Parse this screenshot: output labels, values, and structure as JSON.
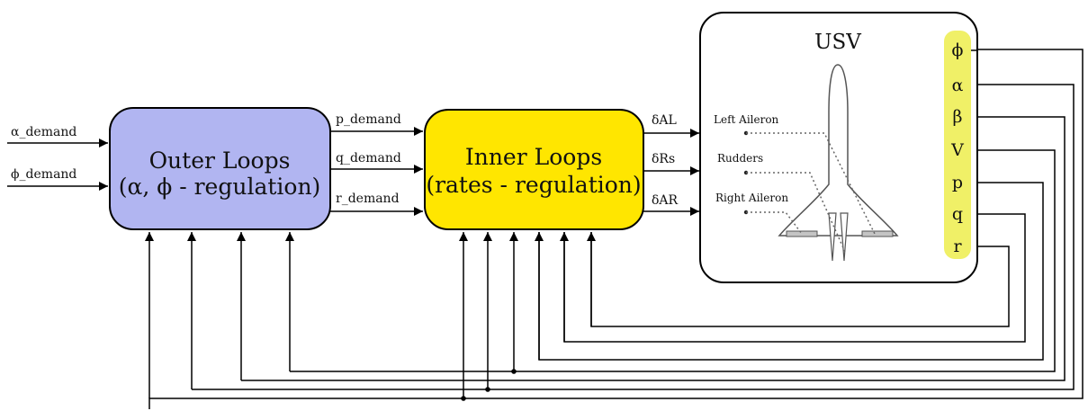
{
  "colors": {
    "outer_fill": "#b1b5f1",
    "inner_fill": "#ffe600",
    "usv_fill": "#ffffff",
    "output_strip": "#f0f067",
    "line": "#000000"
  },
  "inputs": {
    "alpha_demand": "α_demand",
    "phi_demand": "ϕ_demand"
  },
  "outer_block": {
    "title": "Outer Loops",
    "subtitle": "(α, ϕ - regulation)"
  },
  "demands": {
    "p": "p_demand",
    "q": "q_demand",
    "r": "r_demand"
  },
  "inner_block": {
    "title": "Inner Loops",
    "subtitle": "(rates - regulation)"
  },
  "commands": {
    "dAL": "δAL",
    "dRs": "δRs",
    "dAR": "δAR"
  },
  "usv": {
    "title": "USV",
    "left_aileron": "Left Aileron",
    "rudders": "Rudders",
    "right_aileron": "Right Aileron",
    "outputs": [
      "ϕ",
      "α",
      "β",
      "V",
      "p",
      "q",
      "r"
    ]
  }
}
